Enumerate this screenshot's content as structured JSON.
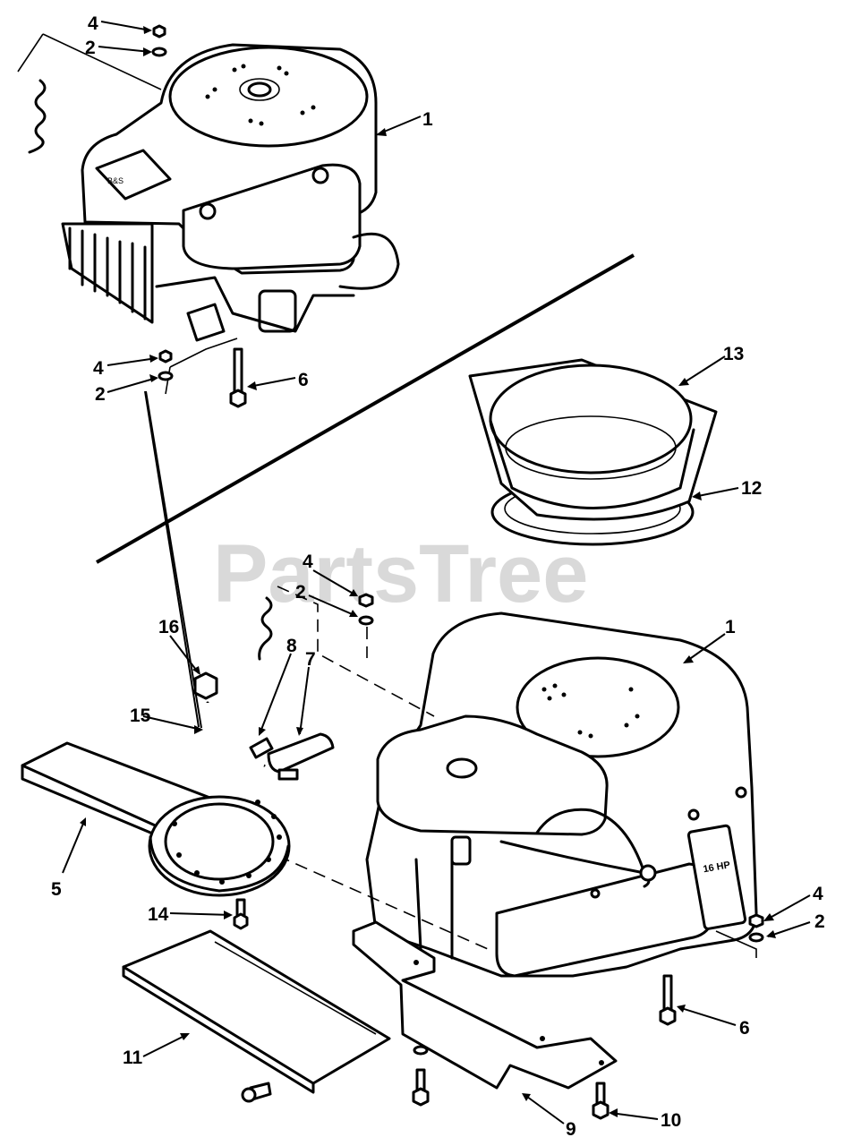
{
  "watermark": "PartsTree",
  "engine_plate": {
    "label_hp": "16 HP"
  },
  "callouts": [
    {
      "id": "top-4",
      "text": "4"
    },
    {
      "id": "top-2",
      "text": "2"
    },
    {
      "id": "top-1",
      "text": "1"
    },
    {
      "id": "mid-4",
      "text": "4"
    },
    {
      "id": "mid-2",
      "text": "2"
    },
    {
      "id": "top-6",
      "text": "6"
    },
    {
      "id": "c-13",
      "text": "13"
    },
    {
      "id": "c-12",
      "text": "12"
    },
    {
      "id": "low-4",
      "text": "4"
    },
    {
      "id": "low-2",
      "text": "2"
    },
    {
      "id": "c-16",
      "text": "16"
    },
    {
      "id": "c-8",
      "text": "8"
    },
    {
      "id": "c-7",
      "text": "7"
    },
    {
      "id": "low-1",
      "text": "1"
    },
    {
      "id": "c-15",
      "text": "15"
    },
    {
      "id": "c-5",
      "text": "5"
    },
    {
      "id": "c-14",
      "text": "14"
    },
    {
      "id": "right-4",
      "text": "4"
    },
    {
      "id": "right-2",
      "text": "2"
    },
    {
      "id": "low-6",
      "text": "6"
    },
    {
      "id": "c-11",
      "text": "11"
    },
    {
      "id": "c-9",
      "text": "9"
    },
    {
      "id": "c-10",
      "text": "10"
    }
  ]
}
